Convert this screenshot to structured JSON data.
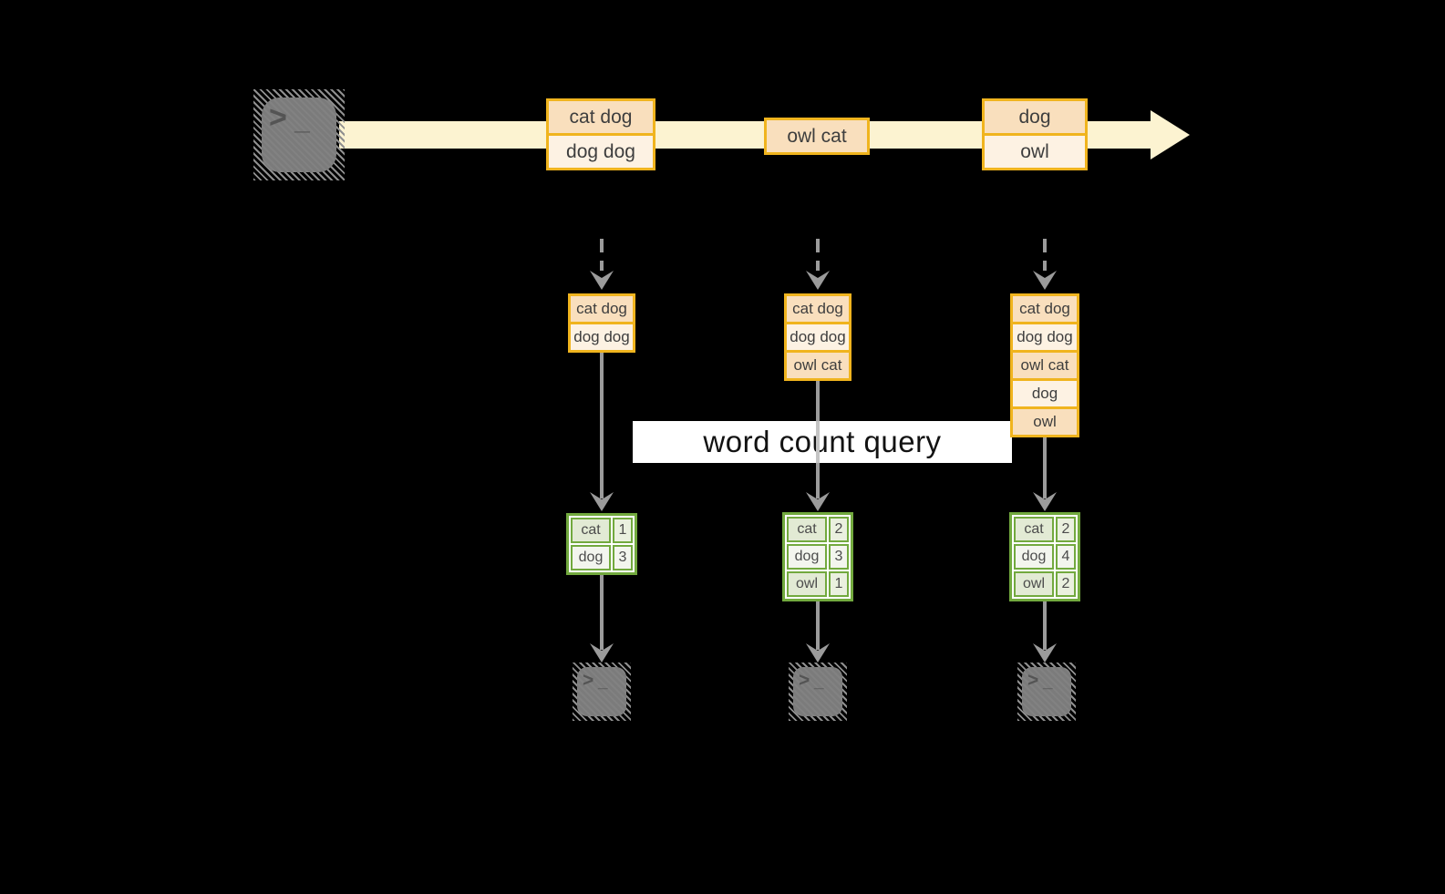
{
  "label": {
    "text": "word count query"
  },
  "icons": {
    "terminal": {
      "chevron": ">",
      "underscore": "_"
    }
  },
  "colors": {
    "background": "#000000",
    "stream_band": "#fcf3d1",
    "box_border": "#f0b41e",
    "box_fill_peach": "#f9dfbd",
    "box_fill_cream": "#fdf2e3",
    "table_border": "#72a93e",
    "cell_green": "#e2ead4",
    "cell_light": "#f3f5ee",
    "arrow_gray": "#9b9b9b",
    "icon_gray": "#7b7b7b",
    "label_background": "#ffffff",
    "text_dark": "#3e3e3e"
  },
  "stream": {
    "events": [
      {
        "lines": [
          "cat dog",
          "dog dog"
        ]
      },
      {
        "lines": [
          "owl cat"
        ]
      },
      {
        "lines": [
          "dog",
          "owl"
        ]
      }
    ]
  },
  "columns": [
    {
      "state": [
        "cat dog",
        "dog dog"
      ],
      "counts": [
        [
          "cat",
          "1"
        ],
        [
          "dog",
          "3"
        ]
      ]
    },
    {
      "state": [
        "cat dog",
        "dog dog",
        "owl cat"
      ],
      "counts": [
        [
          "cat",
          "2"
        ],
        [
          "dog",
          "3"
        ],
        [
          "owl",
          "1"
        ]
      ]
    },
    {
      "state": [
        "cat dog",
        "dog dog",
        "owl cat",
        "dog",
        "owl"
      ],
      "counts": [
        [
          "cat",
          "2"
        ],
        [
          "dog",
          "4"
        ],
        [
          "owl",
          "2"
        ]
      ]
    }
  ]
}
